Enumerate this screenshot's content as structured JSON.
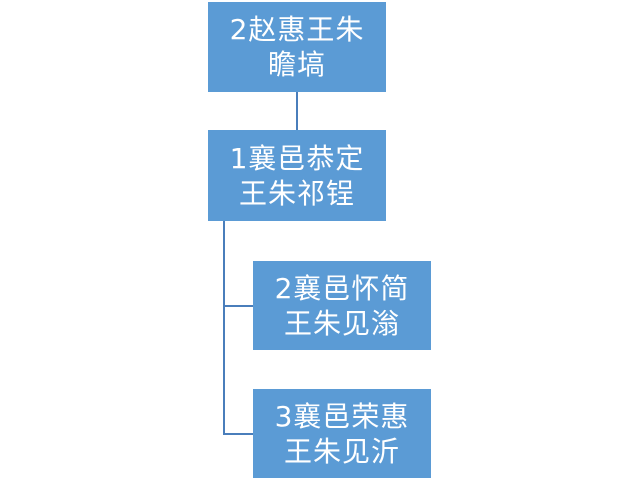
{
  "diagram": {
    "nodes": [
      {
        "id": "root",
        "label": "2赵惠王朱\n瞻塙"
      },
      {
        "id": "child",
        "label": "1襄邑恭定\n王朱祁锃"
      },
      {
        "id": "grandchild-1",
        "label": "2襄邑怀简\n王朱见滃"
      },
      {
        "id": "grandchild-2",
        "label": "3襄邑荣惠\n王朱见沂"
      }
    ],
    "edges": [
      {
        "from": "root",
        "to": "child"
      },
      {
        "from": "child",
        "to": "grandchild-1"
      },
      {
        "from": "child",
        "to": "grandchild-2"
      }
    ],
    "colors": {
      "node_fill": "#5b9bd5",
      "node_text": "#ffffff",
      "connector": "#4a7ebb",
      "background": "#ffffff"
    }
  }
}
